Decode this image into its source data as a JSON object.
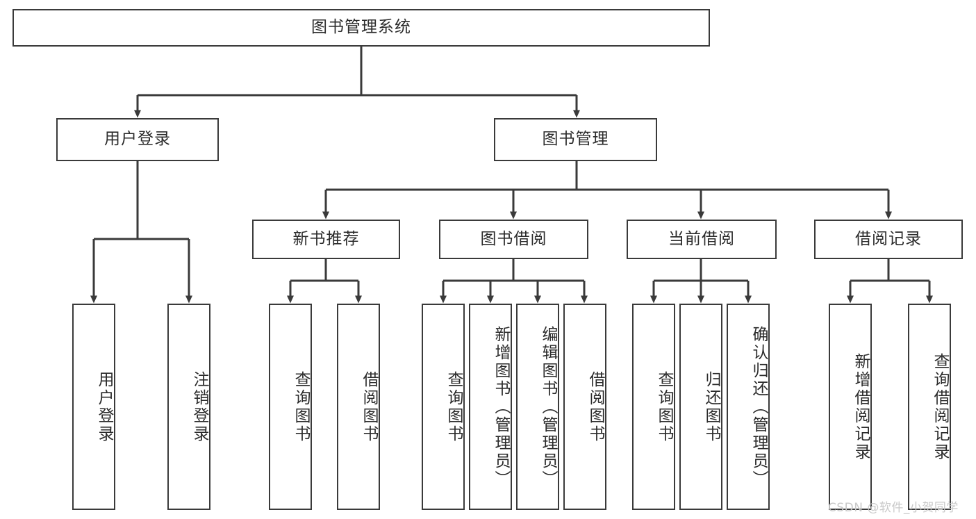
{
  "diagram": {
    "title": "图书管理系统",
    "type": "functional-structure-tree",
    "stroke_color": "#3a3a3a",
    "fill_color": "#ffffff",
    "text_color": "#2b2b2b",
    "watermark": "CSDN @软件_小贺同学",
    "watermark_color": "#c9c9c9",
    "levels": {
      "root": {
        "label": "图书管理系统"
      },
      "level2": [
        {
          "id": "user-login",
          "label": "用户登录"
        },
        {
          "id": "book-management",
          "label": "图书管理"
        }
      ],
      "level3": [
        {
          "id": "new-book-recommend",
          "label": "新书推荐",
          "parent": "book-management"
        },
        {
          "id": "book-borrow",
          "label": "图书借阅",
          "parent": "book-management"
        },
        {
          "id": "current-borrow",
          "label": "当前借阅",
          "parent": "book-management"
        },
        {
          "id": "borrow-record",
          "label": "借阅记录",
          "parent": "book-management"
        }
      ],
      "leaves": {
        "user-login": [
          {
            "id": "leaf-user-login",
            "label": "用户登录"
          },
          {
            "id": "leaf-user-logout",
            "label": "注销登录"
          }
        ],
        "new-book-recommend": [
          {
            "id": "leaf-query-book-1",
            "label": "查询图书"
          },
          {
            "id": "leaf-borrow-book-1",
            "label": "借阅图书"
          }
        ],
        "book-borrow": [
          {
            "id": "leaf-query-book-2",
            "label": "查询图书"
          },
          {
            "id": "leaf-add-book",
            "label": "新增图书（管理员）"
          },
          {
            "id": "leaf-edit-book",
            "label": "编辑图书（管理员）"
          },
          {
            "id": "leaf-borrow-book-2",
            "label": "借阅图书"
          }
        ],
        "current-borrow": [
          {
            "id": "leaf-query-book-3",
            "label": "查询图书"
          },
          {
            "id": "leaf-return-book",
            "label": "归还图书"
          },
          {
            "id": "leaf-confirm-return",
            "label": "确认归还（管理员）"
          }
        ],
        "borrow-record": [
          {
            "id": "leaf-add-record",
            "label": "新增借阅记录"
          },
          {
            "id": "leaf-query-record",
            "label": "查询借阅记录"
          }
        ]
      }
    }
  }
}
